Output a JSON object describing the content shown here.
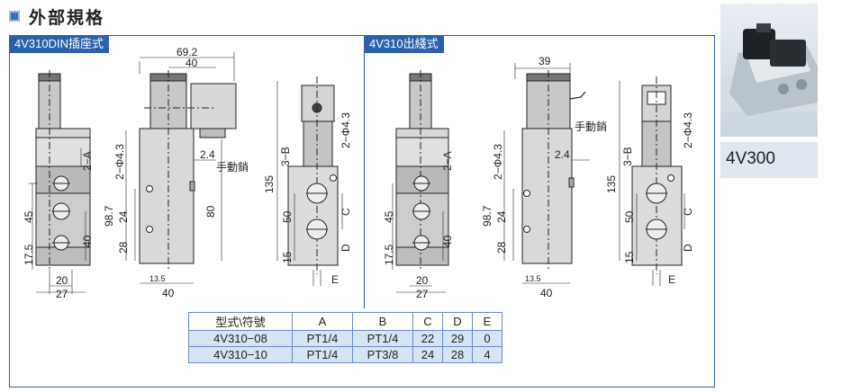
{
  "header": {
    "title": "外部規格"
  },
  "panels": {
    "left_label": "4V310DIN插座式",
    "right_label": "4V310出綫式"
  },
  "dims": {
    "d69_2": "69.2",
    "d40": "40",
    "d39": "39",
    "d2_4": "2.4",
    "manual_pin": "手動銷",
    "d2_phi": "2−Φ4.3",
    "d2_a": "2−A",
    "d3_b": "3−B",
    "d98_7": "98.7",
    "d135": "135",
    "d80": "80",
    "d45": "45",
    "d17_5": "17.5",
    "d24": "24",
    "d28": "28",
    "d20": "20",
    "d27": "27",
    "d13_5": "13.5",
    "d50": "50",
    "d15": "15",
    "c": "C",
    "d": "D",
    "e": "E"
  },
  "table": {
    "headers": [
      "型式\\符號",
      "A",
      "B",
      "C",
      "D",
      "E"
    ],
    "rows": [
      [
        "4V310−08",
        "PT1/4",
        "PT1/4",
        "22",
        "29",
        "0"
      ],
      [
        "4V310−10",
        "PT1/4",
        "PT3/8",
        "24",
        "28",
        "4"
      ]
    ]
  },
  "product": {
    "model": "4V300"
  }
}
